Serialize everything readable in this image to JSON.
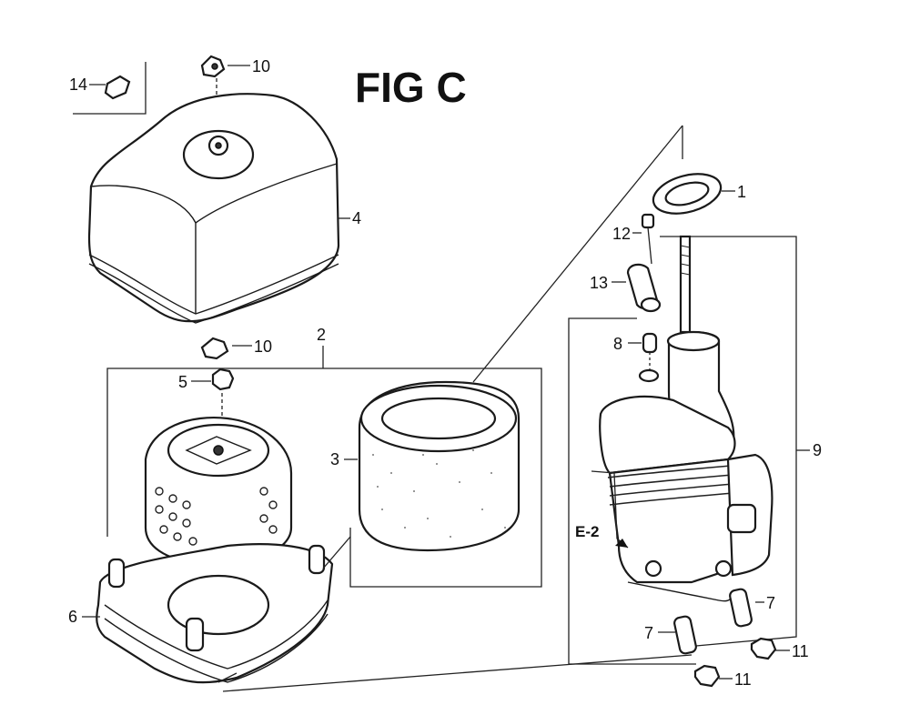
{
  "figure": {
    "title": "FIG C",
    "callout": "E-2"
  },
  "labels": {
    "p1": "1",
    "p2": "2",
    "p3": "3",
    "p4": "4",
    "p5": "5",
    "p6": "6",
    "p7a": "7",
    "p7b": "7",
    "p8": "8",
    "p9": "9",
    "p10a": "10",
    "p10b": "10",
    "p11a": "11",
    "p11b": "11",
    "p12": "12",
    "p13": "13",
    "p14": "14"
  }
}
